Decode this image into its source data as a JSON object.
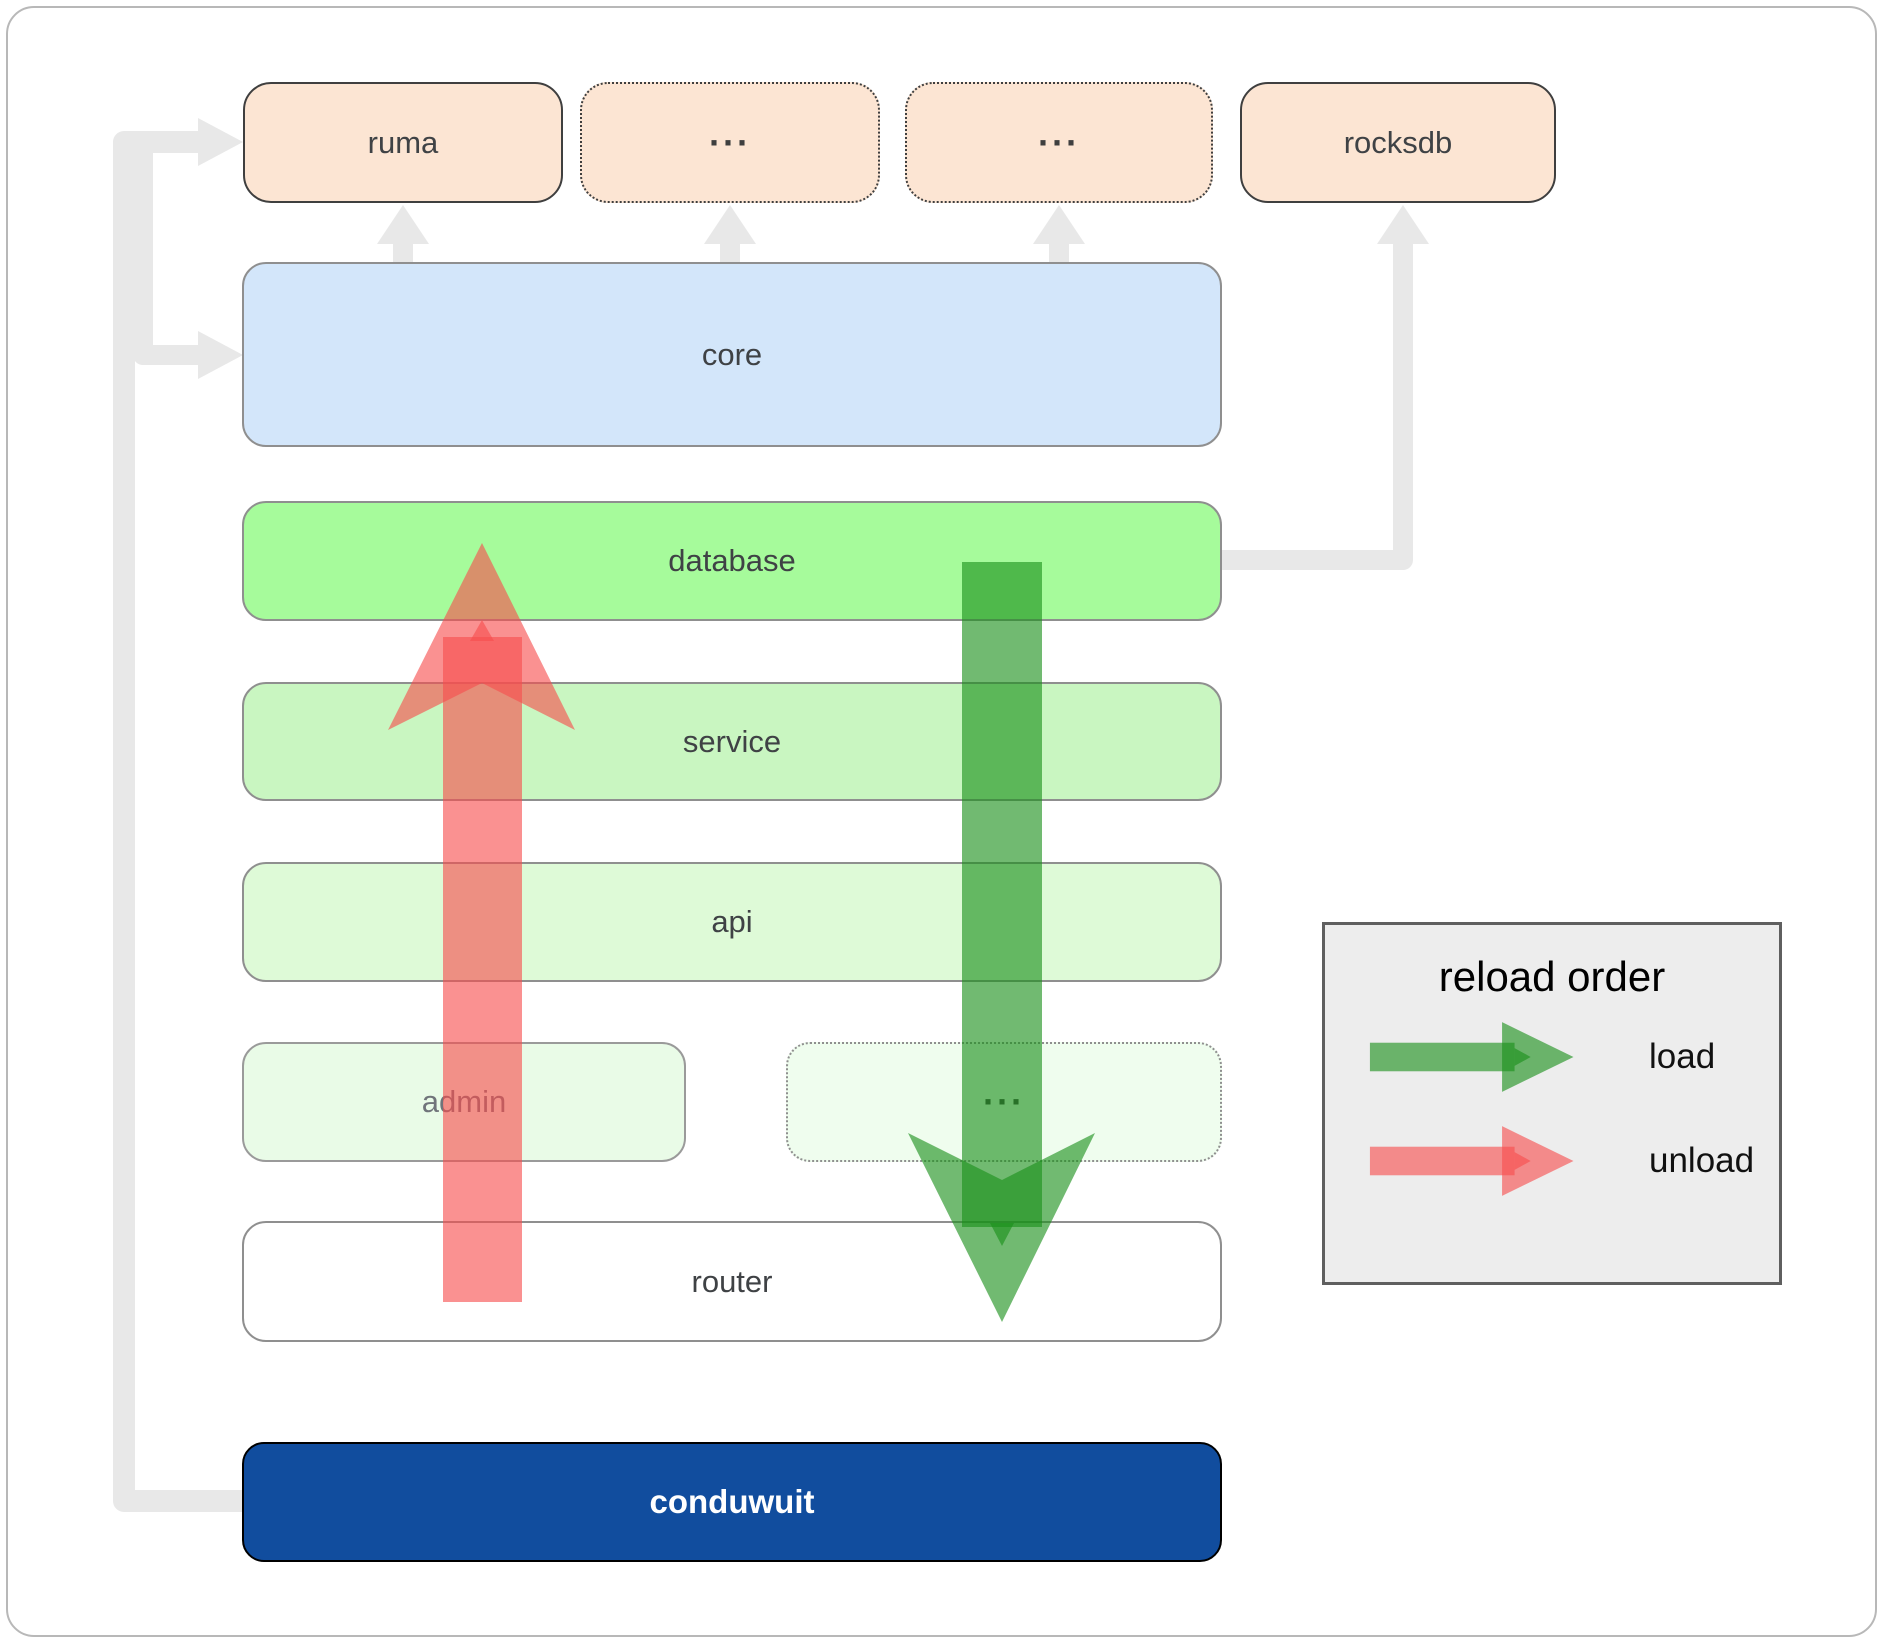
{
  "nodes": {
    "ruma": "ruma",
    "external_top_1": "···",
    "external_top_2": "···",
    "rocksdb": "rocksdb",
    "core": "core",
    "database": "database",
    "service": "service",
    "api": "api",
    "admin": "admin",
    "service_external": "···",
    "router": "router",
    "conduwuit": "conduwuit"
  },
  "legend": {
    "title": "reload order",
    "items": [
      {
        "label": "load"
      },
      {
        "label": "unload"
      }
    ]
  },
  "colors": {
    "external_box": "#fce5d3",
    "core_box": "#d3e6fa",
    "database_box": "#a6fb9b",
    "service_box": "#c9f6c1",
    "api_box": "#defad7",
    "admin_box": "#e9fbe7",
    "service_external_box": "#effdee",
    "router_box": "#ffffff",
    "conduwuit_box": "#114d9e",
    "load_green": "#1a8f1a",
    "unload_red": "#f74d4d",
    "connector_gray": "#e8e8e8"
  }
}
